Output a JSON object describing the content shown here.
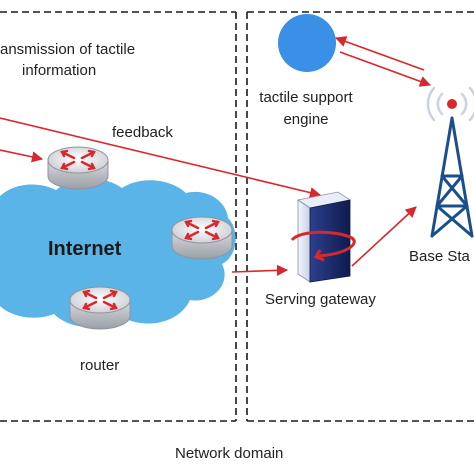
{
  "labels": {
    "tactile_info_line1": "ansmission of tactile",
    "tactile_info_line2": "information",
    "feedback": "feedback",
    "internet": "Internet",
    "router": "router",
    "support_engine_line1": "tactile support",
    "support_engine_line2": "engine",
    "serving_gateway": "Serving gateway",
    "base_station": "Base Sta",
    "network_domain": "Network domain"
  },
  "colors": {
    "arrow": "#d9272e",
    "cloud": "#5ab4e8",
    "engine": "#3a8fe6",
    "tower": "#1b4f8c",
    "dashed_border": "#1a1a1a"
  },
  "icons": {
    "router": "router-icon",
    "engine": "engine-icon",
    "gateway": "server-icon",
    "tower": "cell-tower-icon"
  }
}
